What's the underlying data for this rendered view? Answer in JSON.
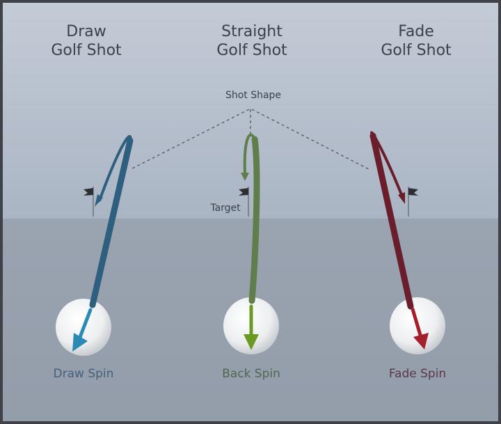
{
  "shots": [
    {
      "title_line1": "Draw",
      "title_line2": "Golf Shot",
      "spin": "Draw Spin",
      "color": "#2f5f7e",
      "arrow_color": "#2a8ab3",
      "label_color": "#44607a"
    },
    {
      "title_line1": "Straight",
      "title_line2": "Golf Shot",
      "spin": "Back Spin",
      "color": "#5f7e4b",
      "arrow_color": "#6a9a24",
      "label_color": "#4f6650"
    },
    {
      "title_line1": "Fade",
      "title_line2": "Golf Shot",
      "spin": "Fade Spin",
      "color": "#6a1e2c",
      "arrow_color": "#a51e2c",
      "label_color": "#5a3848"
    }
  ],
  "shot_shape_label": "Shot Shape",
  "target_label": "Target"
}
